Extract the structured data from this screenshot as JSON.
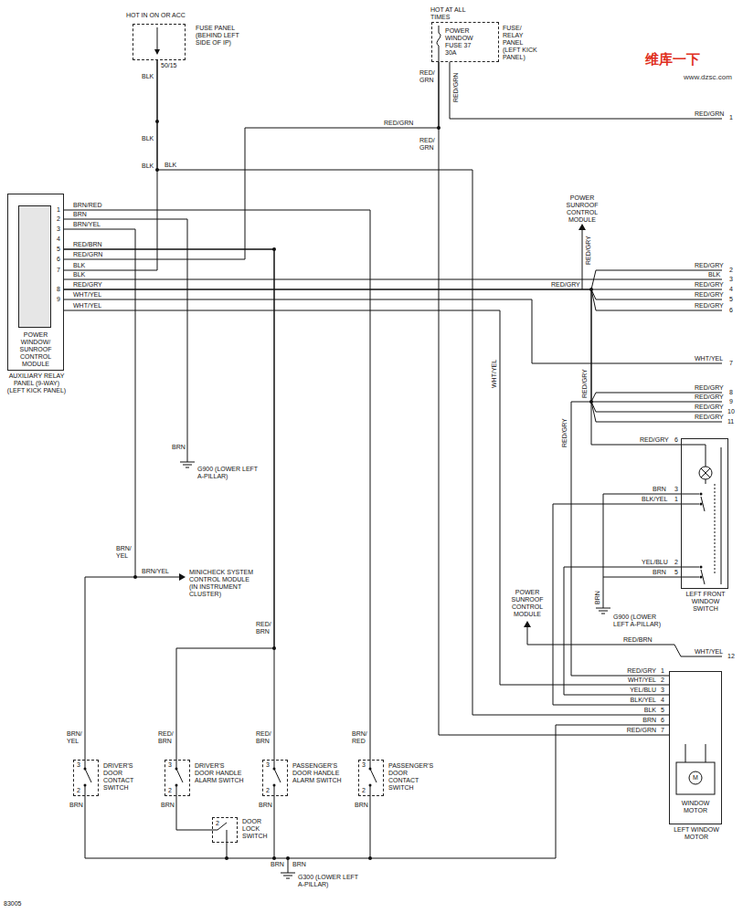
{
  "diagram": {
    "nodes": [
      {
        "text": [
          "HOT IN ON OR ACC",
          "FUSE PANEL (BEHIND LEFT SIDE OF IP)"
        ]
      },
      {
        "text": [
          "HOT AT ALL TIMES",
          "POWER WINDOW FUSE 37 30A",
          "FUSE/ RELAY PANEL (LEFT KICK PANEL)"
        ]
      },
      {
        "text": [
          "POWER WINDOW/ SUNROOF CONTROL MODULE",
          "AUXILIARY RELAY PANEL (9-WAY) (LEFT KICK PANEL)"
        ]
      },
      {
        "text": [
          "LEFT FRONT WINDOW SWITCH"
        ]
      },
      {
        "text": [
          "WINDOW MOTOR",
          "LEFT WINDOW MOTOR"
        ]
      },
      {
        "text": [
          "DRIVER'S DOOR CONTACT SWITCH"
        ]
      },
      {
        "text": [
          "DRIVER'S DOOR HANDLE ALARM SWITCH"
        ]
      },
      {
        "text": [
          "PASSENGER'S DOOR HANDLE ALARM SWITCH"
        ]
      },
      {
        "text": [
          "PASSENGER'S DOOR CONTACT SWITCH"
        ]
      },
      {
        "text": [
          "DOOR LOCK SWITCH"
        ]
      }
    ],
    "edges": [
      {
        "from": 0,
        "to": 2,
        "arrow": "none"
      },
      {
        "from": 0,
        "to": 4,
        "arrow": "none"
      },
      {
        "from": 1,
        "to": 2,
        "arrow": "none"
      },
      {
        "from": 1,
        "to": 4,
        "arrow": "none"
      },
      {
        "from": 2,
        "to": 5,
        "arrow": "none"
      },
      {
        "from": 2,
        "to": 6,
        "arrow": "none"
      },
      {
        "from": 2,
        "to": 7,
        "arrow": "none"
      },
      {
        "from": 2,
        "to": 8,
        "arrow": "none"
      },
      {
        "from": 2,
        "to": 3,
        "arrow": "none"
      },
      {
        "from": 2,
        "to": 4,
        "arrow": "none"
      },
      {
        "from": 2,
        "to": 4,
        "arrow": "none"
      },
      {
        "from": 3,
        "to": 4,
        "arrow": "none"
      },
      {
        "from": 3,
        "to": 4,
        "arrow": "none"
      },
      {
        "from": 6,
        "to": 9,
        "arrow": "none"
      }
    ],
    "labels": [
      "50/15",
      "BLK",
      "BLK",
      "BLK",
      "BLK",
      "RED/ GRN",
      "RED/GRN",
      "RED/GRN",
      "RED/ GRN",
      "RED/GRN",
      "1",
      "1",
      "2",
      "3",
      "4",
      "5",
      "6",
      "7",
      "8",
      "9",
      "BRN/RED",
      "BRN",
      "BRN/YEL",
      "RED/BRN",
      "RED/GRN",
      "BLK",
      "BLK",
      "RED/GRY",
      "WHT/YEL",
      "WHT/YEL",
      "POWER SUNROOF CONTROL MODULE",
      "RED/GRY",
      "RED/GRY",
      "RED/GRY",
      "2",
      "BLK",
      "3",
      "RED/GRY",
      "4",
      "RED/GRY",
      "5",
      "RED/GRY",
      "6",
      "WHT/YEL",
      "7",
      "WHT/YEL",
      "RED/GRY",
      "RED/GRY",
      "8",
      "RED/GRY",
      "9",
      "RED/GRY",
      "10",
      "RED/GRY",
      "11",
      "RED/GRY",
      "RED/GRY",
      "6",
      "BRN",
      "3",
      "BLK/YEL",
      "1",
      "YEL/BLU",
      "2",
      "BRN",
      "5",
      "BRN",
      "G900 (LOWER LEFT A-PILLAR)",
      "POWER SUNROOF CONTROL MODULE",
      "RED/BRN",
      "WHT/YEL",
      "12",
      "RED/GRY",
      "1",
      "WHT/YEL",
      "2",
      "YEL/BLU",
      "3",
      "BLK/YEL",
      "4",
      "BLK",
      "5",
      "BRN",
      "6",
      "RED/GRN",
      "7",
      "M",
      "BRN",
      "G900 (LOWER LEFT A-PILLAR)",
      "BRN/ YEL",
      "BRN/YEL",
      "MINICHECK SYSTEM CONTROL MODULE (IN INSTRUMENT CLUSTER)",
      "RED/ BRN",
      "BRN/ YEL",
      "3",
      "2",
      "BRN",
      "RED/ BRN",
      "3",
      "2",
      "BRN",
      "RED/ BRN",
      "3",
      "2",
      "BRN",
      "BRN/ RED",
      "3",
      "2",
      "BRN",
      "2",
      "BRN",
      "BRN",
      "G300 (LOWER LEFT A-PILLAR)",
      "83005",
      "维库一下",
      "www.dzsc.com"
    ]
  }
}
